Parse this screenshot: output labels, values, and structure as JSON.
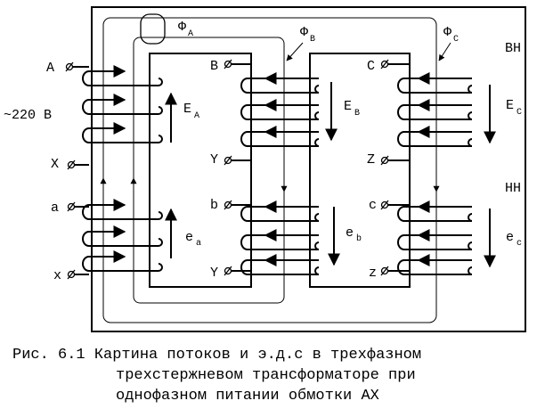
{
  "figure": {
    "labels": {
      "A": "A",
      "X": "X",
      "a": "a",
      "x": "x",
      "B": "B",
      "Y_upper": "Y",
      "b": "b",
      "Y_lower": "Y",
      "C": "C",
      "Z": "Z",
      "c": "c",
      "z": "z",
      "voltage": "~220 В",
      "BH": "ВН",
      "HH": "НН",
      "phi_a": "Φ",
      "phi_a_sub": "A",
      "phi_b": "Φ",
      "phi_b_sub": "B",
      "phi_c": "Φ",
      "phi_c_sub": "C",
      "EA": "E",
      "EA_sub": "A",
      "EB": "E",
      "EB_sub": "B",
      "EC": "E",
      "EC_sub": "C",
      "ea": "e",
      "ea_sub": "a",
      "eb": "e",
      "eb_sub": "b",
      "ec": "e",
      "ec_sub": "c"
    },
    "caption": {
      "line1": "Рис. 6.1 Картина потоков и э.д.с в трехфазном",
      "line2": "трехстержневом трансформаторе при",
      "line3": "однофазном питании обмотки АХ"
    }
  }
}
